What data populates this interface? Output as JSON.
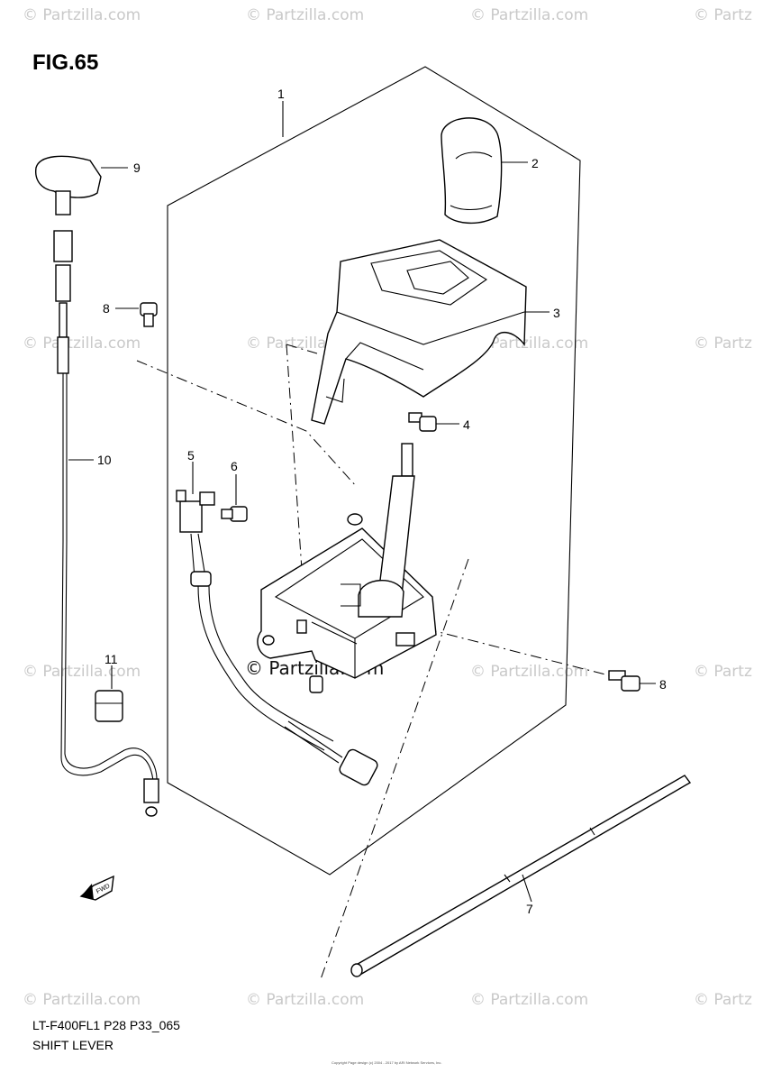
{
  "figure": {
    "title": "FIG.65",
    "model_code": "LT-F400FL1 P28 P33_065",
    "caption": "SHIFT LEVER",
    "copyright": "Copyright Page design (c) 2004 - 2017 by ARI Network Services, Inc."
  },
  "watermark": {
    "text": "© Partzilla.com",
    "edge_text": "© Partz",
    "center_text": "© Partzilla.com"
  },
  "callouts": {
    "c1": "1",
    "c2": "2",
    "c3": "3",
    "c4": "4",
    "c5": "5",
    "c6": "6",
    "c7": "7",
    "c8a": "8",
    "c8b": "8",
    "c9": "9",
    "c10": "10",
    "c11": "11"
  },
  "fwd_label": "FWD"
}
